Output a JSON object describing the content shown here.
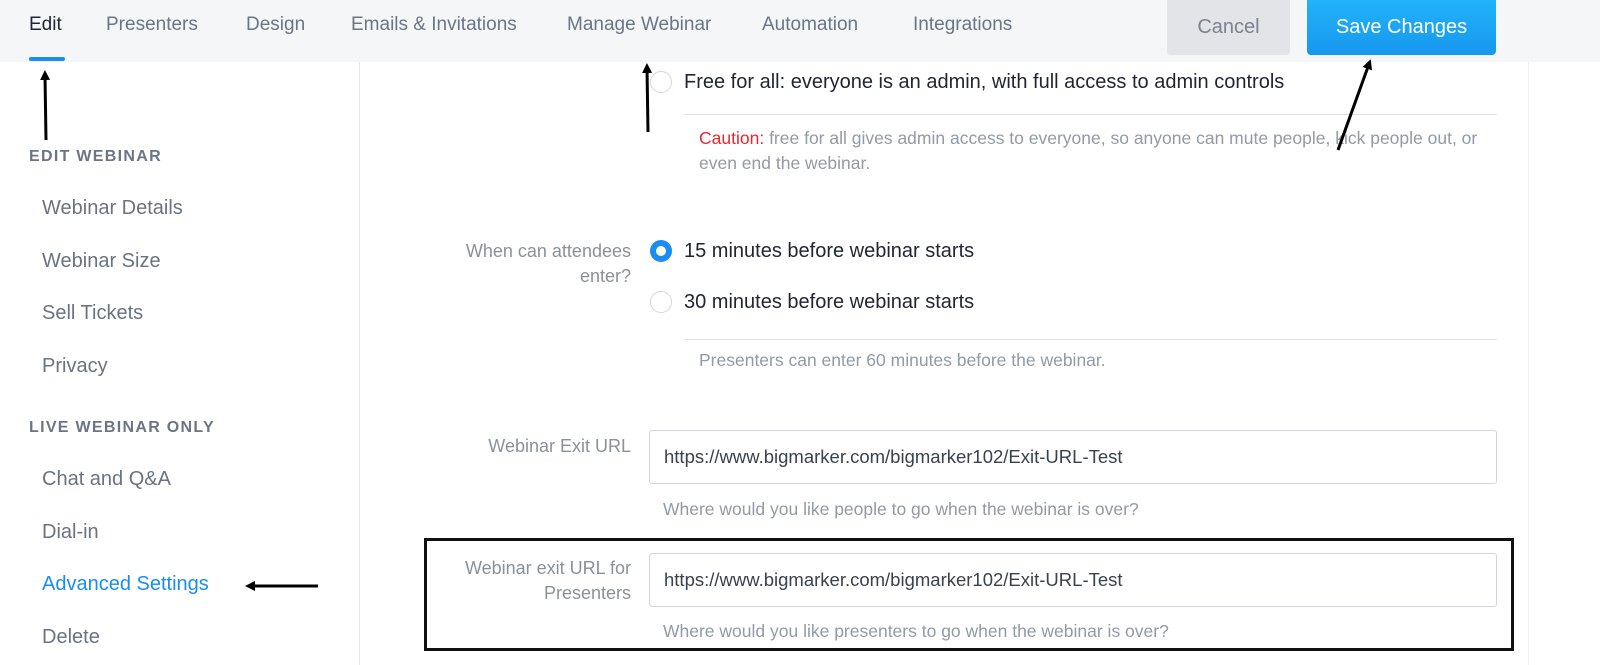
{
  "topnav": {
    "tabs": [
      {
        "label": "Edit"
      },
      {
        "label": "Presenters"
      },
      {
        "label": "Design"
      },
      {
        "label": "Emails & Invitations"
      },
      {
        "label": "Manage Webinar"
      },
      {
        "label": "Automation"
      },
      {
        "label": "Integrations"
      }
    ],
    "active_tab": "Edit",
    "cancel_label": "Cancel",
    "save_label": "Save Changes"
  },
  "sidebar": {
    "edit_heading": "EDIT WEBINAR",
    "edit_items": [
      {
        "label": "Webinar Details"
      },
      {
        "label": "Webinar Size"
      },
      {
        "label": "Sell Tickets"
      },
      {
        "label": "Privacy"
      }
    ],
    "live_heading": "LIVE WEBINAR ONLY",
    "live_items": [
      {
        "label": "Chat and Q&A"
      },
      {
        "label": "Dial-in"
      },
      {
        "label": "Advanced Settings"
      },
      {
        "label": "Delete"
      }
    ],
    "active_item": "Advanced Settings"
  },
  "admin_access": {
    "option_label": "Free for all: everyone is an admin, with full access to admin controls",
    "caution_prefix": "Caution:",
    "caution_text": "free for all gives admin access to everyone, so anyone can mute people, kick people out, or even end the webinar."
  },
  "attendee_entry": {
    "label": "When can attendees enter?",
    "options": [
      {
        "label": "15 minutes before webinar starts",
        "selected": true
      },
      {
        "label": "30 minutes before webinar starts",
        "selected": false
      }
    ],
    "note": "Presenters can enter 60 minutes before the webinar."
  },
  "exit_url": {
    "label": "Webinar Exit URL",
    "value": "https://www.bigmarker.com/bigmarker102/Exit-URL-Test",
    "help": "Where would you like people to go when the webinar is over?"
  },
  "presenter_exit_url": {
    "label": "Webinar exit URL for Presenters",
    "value": "https://www.bigmarker.com/bigmarker102/Exit-URL-Test",
    "help": "Where would you like presenters to go when the webinar is over?"
  },
  "colors": {
    "accent": "#1a8ef0",
    "save_button": "#1fa8f5",
    "caution": "#e7282e",
    "topbar_bg": "#f4f6f8"
  }
}
